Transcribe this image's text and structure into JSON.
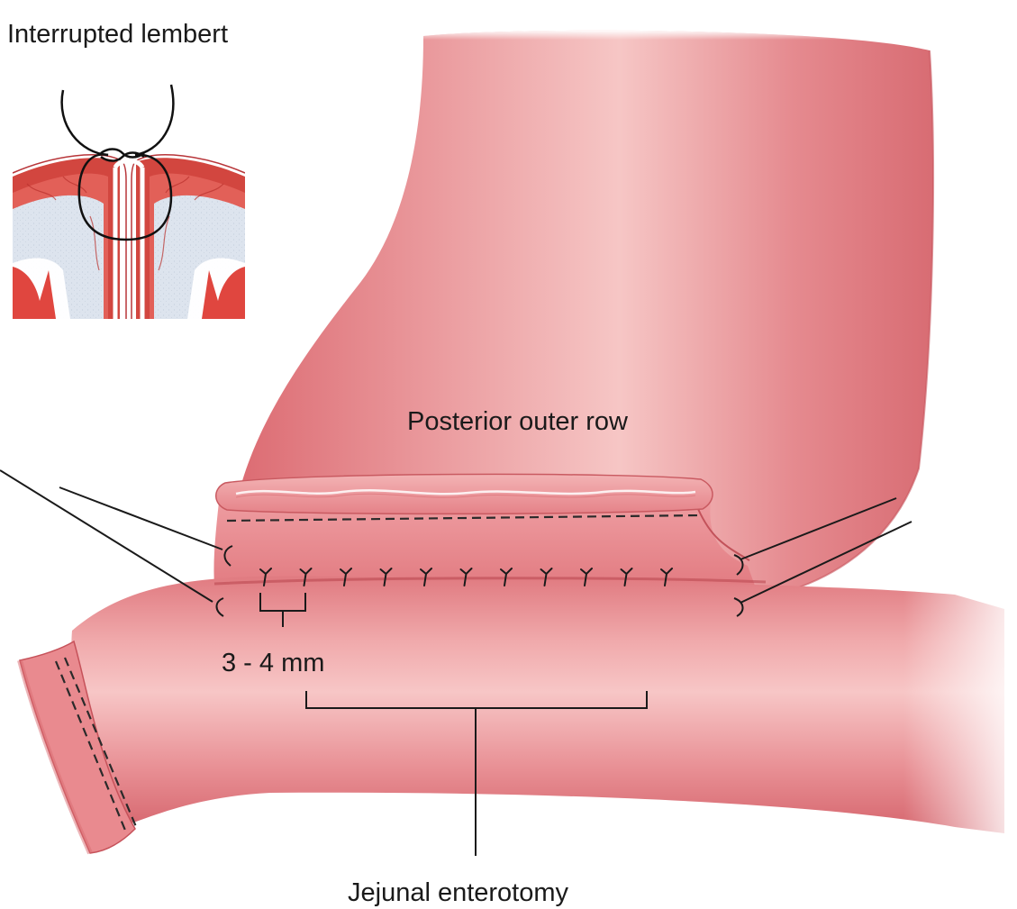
{
  "labels": {
    "inset_title": "Interrupted lembert",
    "posterior_row": "Posterior outer row",
    "spacing": "3 - 4 mm",
    "enterotomy": "Jejunal enterotomy"
  },
  "colors": {
    "tissue_base": "#e2767c",
    "tissue_light": "#f6c2c2",
    "tissue_dark": "#cd5a62",
    "muscle_red": "#d2463f",
    "submucosa": "#dfe5ee",
    "suture": "#1a1a1a"
  },
  "stitch_count": 11
}
